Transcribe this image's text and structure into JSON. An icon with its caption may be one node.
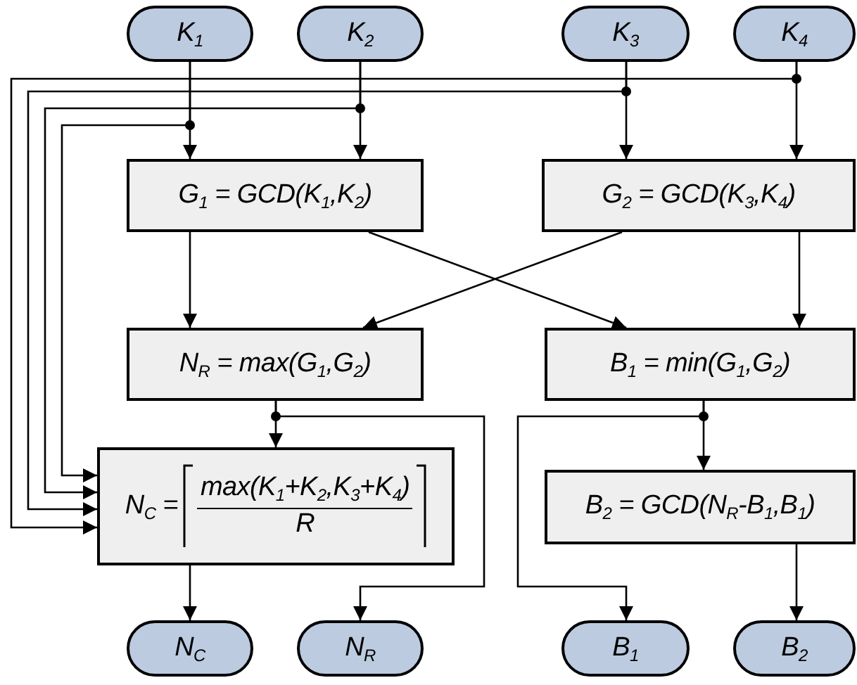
{
  "diagram": {
    "nodes": [
      {
        "text": [
          "K$_{1}$"
        ]
      },
      {
        "text": [
          "K$_{2}$"
        ]
      },
      {
        "text": [
          "K$_{3}$"
        ]
      },
      {
        "text": [
          "K$_{4}$"
        ]
      },
      {
        "text": [
          "G$_{1}$ = GCD(K$_{1}$,K$_{2}$)"
        ]
      },
      {
        "text": [
          "G$_{2}$ = GCD(K$_{3}$,K$_{4}$)"
        ]
      },
      {
        "text": [
          "N$_{R}$ = max(G$_{1}$,G$_{2}$)"
        ]
      },
      {
        "text": [
          "B$_{1}$ = min(G$_{1}$,G$_{2}$)"
        ]
      },
      {
        "text": [
          "N$_{C}$ =",
          "max(K$_{1}$+K$_{2}$,K$_{3}$+K$_{4}$)",
          "R"
        ]
      },
      {
        "text": [
          "B$_{2}$ = GCD(N$_{R}$-B$_{1}$,B$_{1}$)"
        ]
      },
      {
        "text": [
          "N$_{C}$"
        ]
      },
      {
        "text": [
          "N$_{R}$"
        ]
      },
      {
        "text": [
          "B$_{1}$"
        ]
      },
      {
        "text": [
          "B$_{2}$"
        ]
      }
    ],
    "edges": [
      {
        "from": 0,
        "to": 4,
        "arrow": "to"
      },
      {
        "from": 1,
        "to": 4,
        "arrow": "to"
      },
      {
        "from": 2,
        "to": 5,
        "arrow": "to"
      },
      {
        "from": 3,
        "to": 5,
        "arrow": "to"
      },
      {
        "from": 0,
        "to": 8,
        "arrow": "to"
      },
      {
        "from": 1,
        "to": 8,
        "arrow": "to"
      },
      {
        "from": 2,
        "to": 8,
        "arrow": "to"
      },
      {
        "from": 3,
        "to": 8,
        "arrow": "to"
      },
      {
        "from": 4,
        "to": 6,
        "arrow": "to"
      },
      {
        "from": 4,
        "to": 7,
        "arrow": "to"
      },
      {
        "from": 5,
        "to": 6,
        "arrow": "to"
      },
      {
        "from": 5,
        "to": 7,
        "arrow": "to"
      },
      {
        "from": 6,
        "to": 8,
        "arrow": "to"
      },
      {
        "from": 6,
        "to": 11,
        "arrow": "to"
      },
      {
        "from": 7,
        "to": 9,
        "arrow": "to"
      },
      {
        "from": 7,
        "to": 12,
        "arrow": "to"
      },
      {
        "from": 8,
        "to": 10,
        "arrow": "to"
      },
      {
        "from": 9,
        "to": 13,
        "arrow": "to"
      }
    ]
  }
}
